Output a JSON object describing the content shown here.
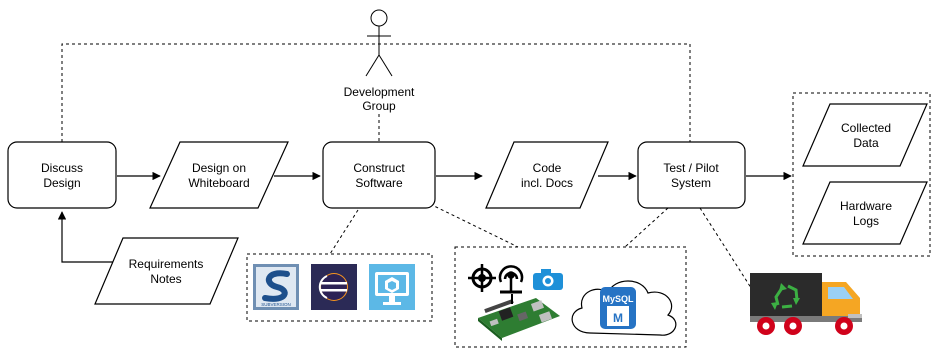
{
  "actor": {
    "label_line1": "Development",
    "label_line2": "Group"
  },
  "nodes": {
    "discuss": {
      "line1": "Discuss",
      "line2": "Design"
    },
    "whiteboard": {
      "line1": "Design on",
      "line2": "Whiteboard"
    },
    "construct": {
      "line1": "Construct",
      "line2": "Software"
    },
    "code": {
      "line1": "Code",
      "line2": "incl. Docs"
    },
    "test": {
      "line1": "Test / Pilot",
      "line2": "System"
    },
    "requirements": {
      "line1": "Requirements",
      "line2": "Notes"
    },
    "collected": {
      "line1": "Collected",
      "line2": "Data"
    },
    "hardware": {
      "line1": "Hardware",
      "line2": "Logs"
    }
  },
  "logos": {
    "subversion_text": "SUBVERSION",
    "mysql_text": "MySQL",
    "mysql_m": "M"
  },
  "icon_names": [
    "subversion-logo",
    "eclipse-logo",
    "virtualbox-logo",
    "gps-icon",
    "antenna-icon",
    "camera-icon",
    "raspberry-pi-board",
    "mysql-cloud-icon",
    "recycling-truck-icon"
  ],
  "colors": {
    "line": "#000000",
    "truck_cab": "#f5a623",
    "truck_body": "#2b2b2b",
    "recycle": "#3cb043",
    "wheel": "#d0021b"
  }
}
